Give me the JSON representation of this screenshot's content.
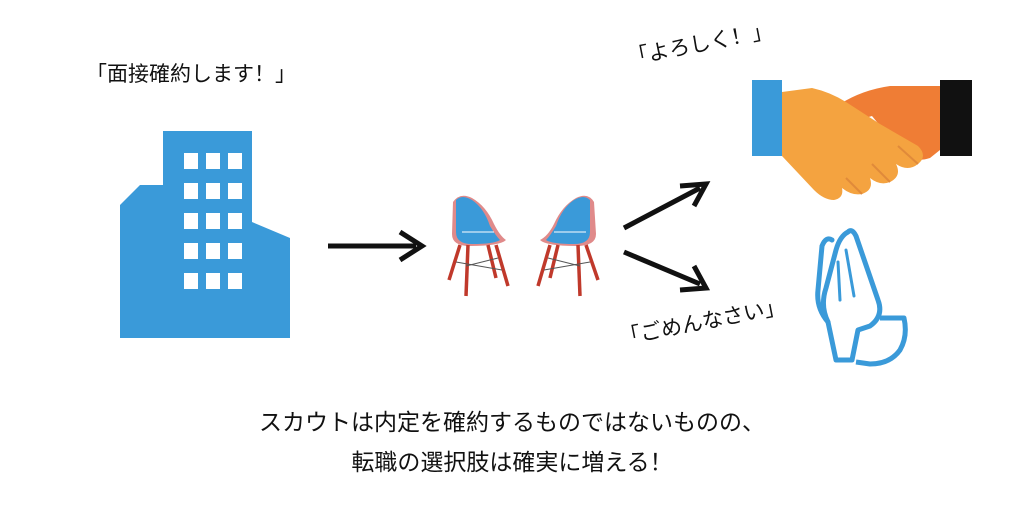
{
  "labels": {
    "interview": "「面接確約します！」",
    "yoroshiku": "「よろしく！」",
    "gomen": "「ごめんなさい」"
  },
  "caption": {
    "line1": "スカウトは内定を確約するものではないものの、",
    "line2": "転職の選択肢は確実に増える！"
  },
  "colors": {
    "building": "#3a9ad9",
    "window": "#ffffff",
    "arrow": "#111111",
    "chair_seat": "#3a9ad9",
    "chair_outline": "#e08a8a",
    "chair_leg": "#c0392b",
    "hand_left": "#f4a340",
    "hand_right": "#ef7d35",
    "cuff_left": "#3a9ad9",
    "cuff_right": "#111111",
    "praying_hands": "#3a9ad9"
  },
  "icons": [
    "office-building-icon",
    "right-arrow-icon",
    "two-chairs-icon",
    "handshake-icon",
    "praying-hands-icon"
  ]
}
